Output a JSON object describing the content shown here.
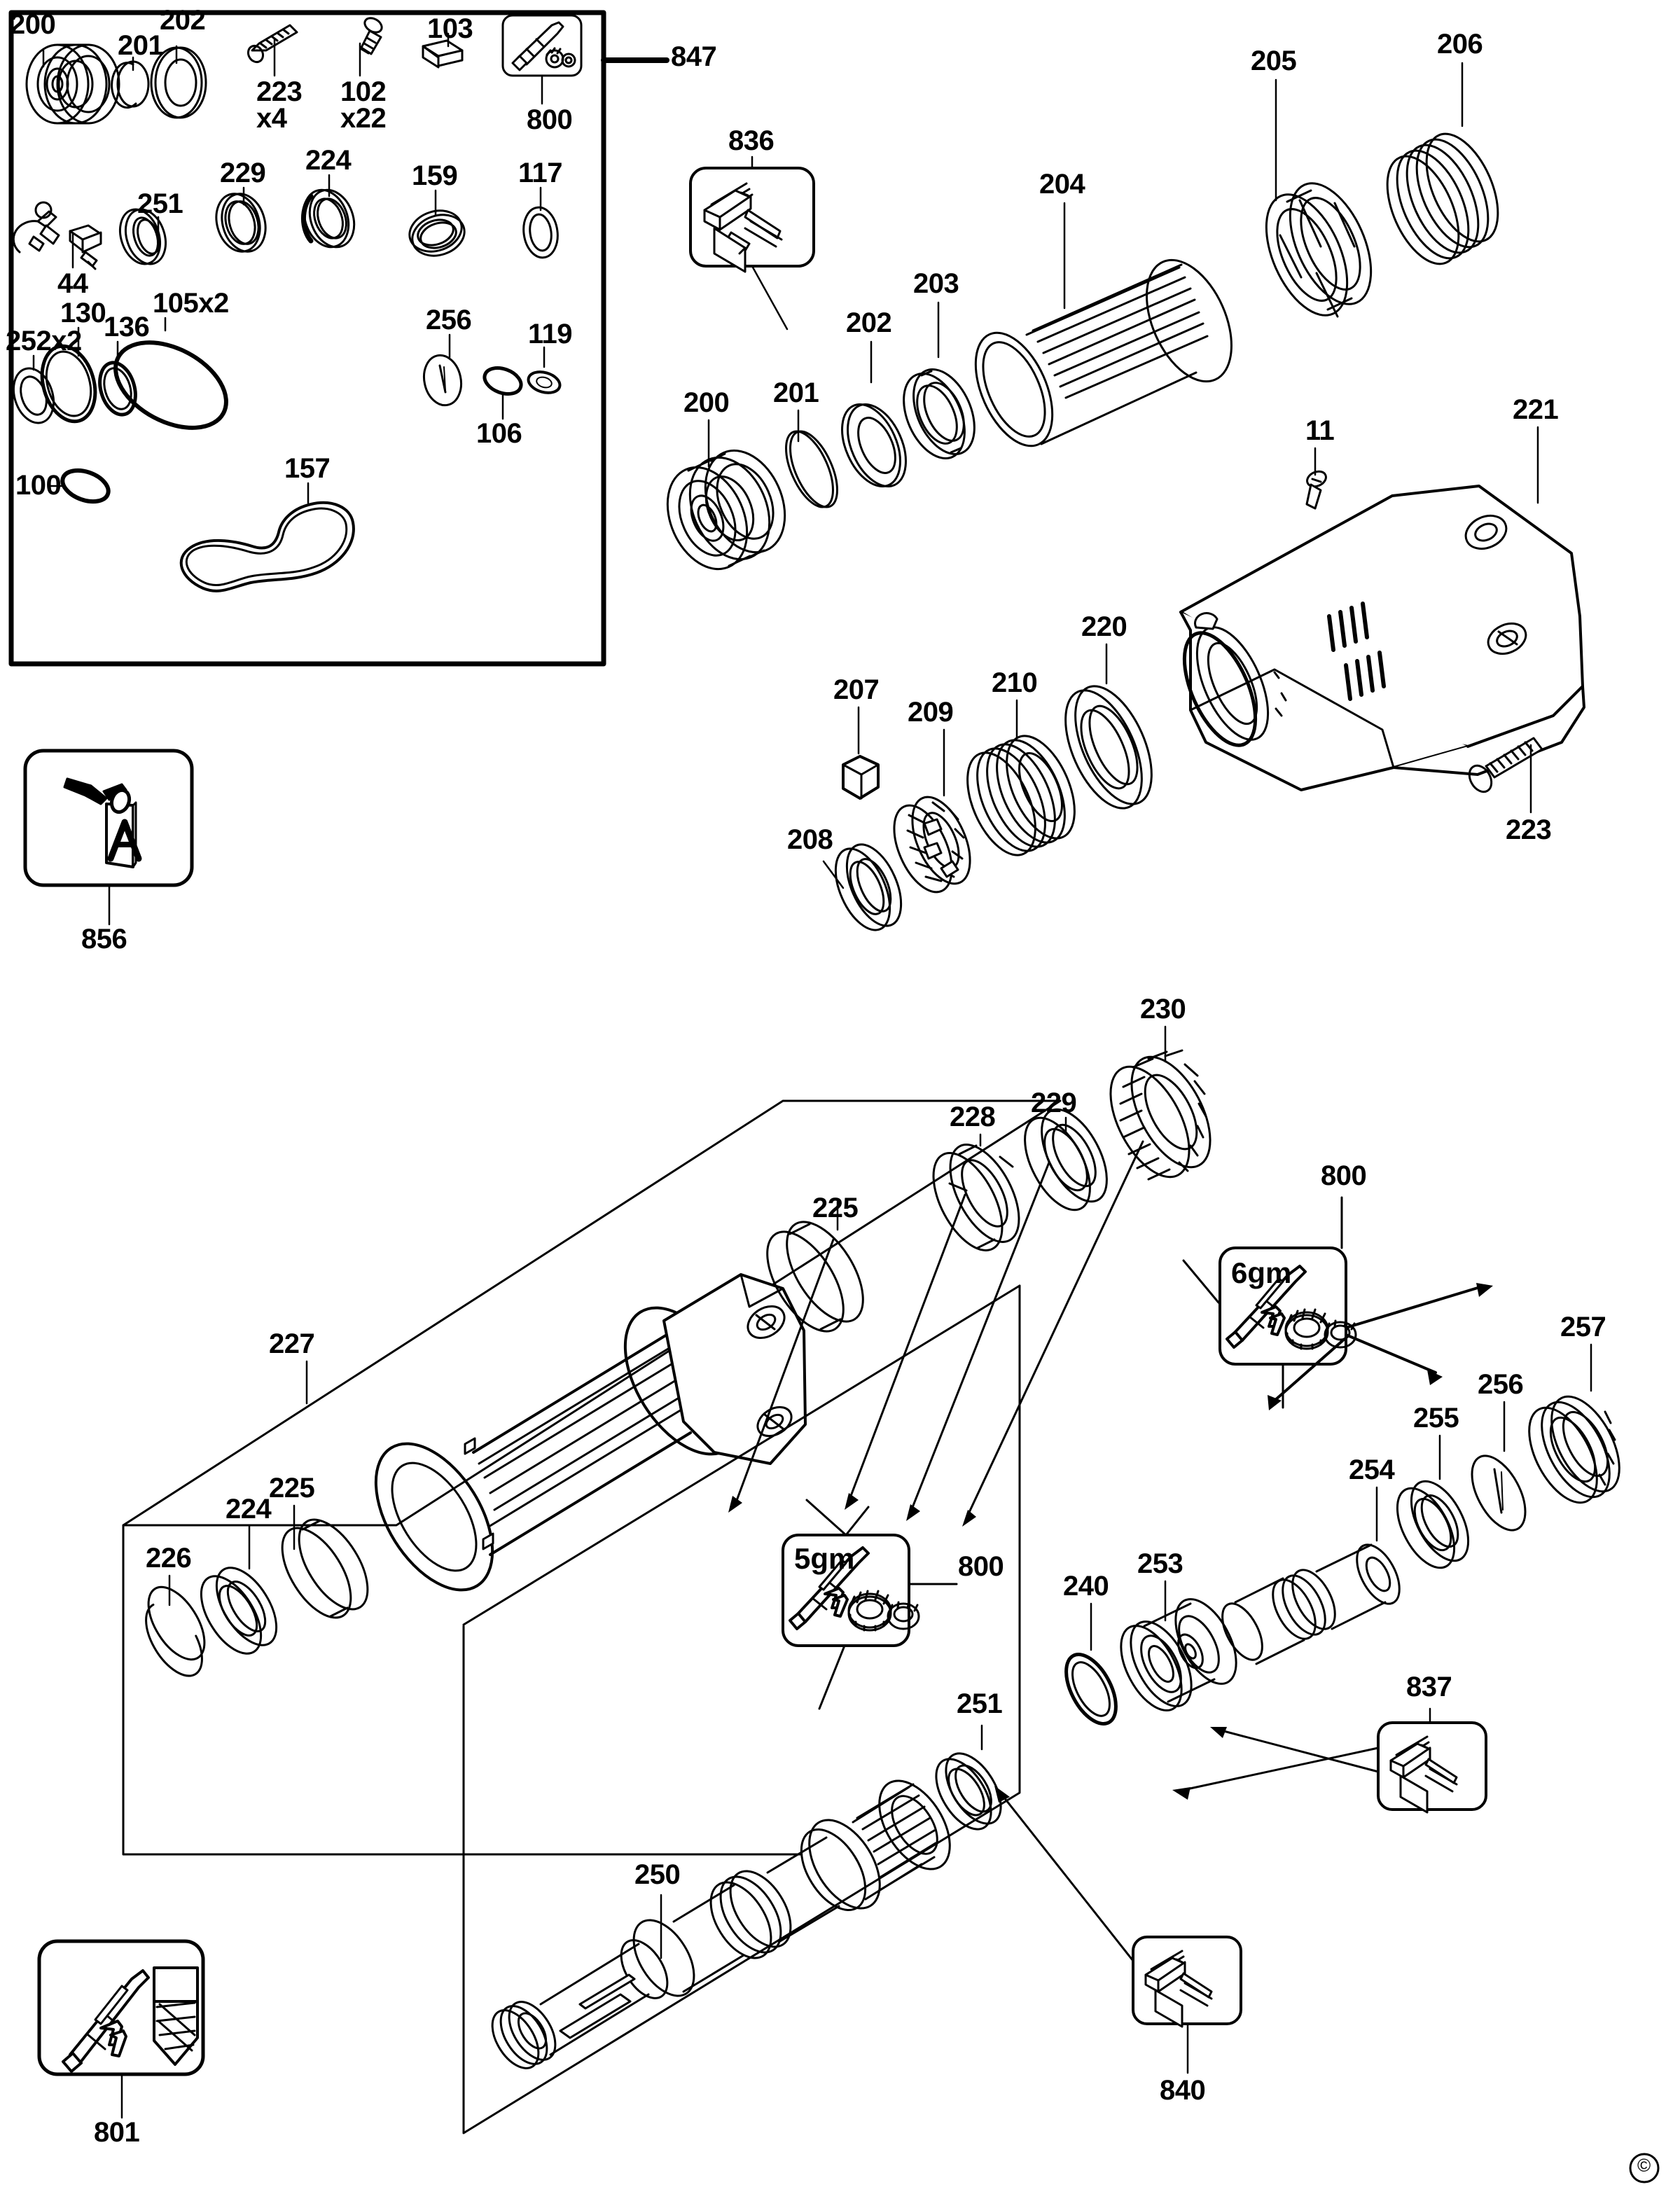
{
  "diagram": {
    "title": "Exploded parts diagram",
    "type": "exploded-assembly-drawing",
    "copyright_mark": "©",
    "stroke_color": "#000000",
    "background_color": "#ffffff"
  },
  "service_kit_box": {
    "name": "parts-kit-box",
    "callout": "847",
    "part_labels": [
      {
        "id": "l200",
        "text": "200"
      },
      {
        "id": "l201",
        "text": "201"
      },
      {
        "id": "l202",
        "text": "202"
      },
      {
        "id": "l223",
        "text": "223",
        "qty": "x4"
      },
      {
        "id": "l102",
        "text": "102",
        "qty": "x22"
      },
      {
        "id": "l103",
        "text": "103"
      },
      {
        "id": "l800a",
        "text": "800"
      },
      {
        "id": "l44",
        "text": "44"
      },
      {
        "id": "l251",
        "text": "251"
      },
      {
        "id": "l229",
        "text": "229"
      },
      {
        "id": "l224",
        "text": "224"
      },
      {
        "id": "l159",
        "text": "159"
      },
      {
        "id": "l117",
        "text": "117"
      },
      {
        "id": "l252",
        "text": "252x2"
      },
      {
        "id": "l130",
        "text": "130"
      },
      {
        "id": "l136",
        "text": "136"
      },
      {
        "id": "l105",
        "text": "105x2"
      },
      {
        "id": "l256a",
        "text": "256"
      },
      {
        "id": "l119",
        "text": "119"
      },
      {
        "id": "l106",
        "text": "106"
      },
      {
        "id": "l100",
        "text": "100"
      },
      {
        "id": "l157",
        "text": "157"
      }
    ],
    "grease_icon_label": "800"
  },
  "callouts": {
    "c847": "847",
    "c836": "836",
    "c856": "856",
    "c200": "200",
    "c201": "201",
    "c202": "202",
    "c203": "203",
    "c204": "204",
    "c205": "205",
    "c206": "206",
    "c11": "11",
    "c221": "221",
    "c223": "223",
    "c220": "220",
    "c210": "210",
    "c209": "209",
    "c208": "208",
    "c207": "207",
    "c230": "230",
    "c229": "229",
    "c228": "228",
    "c225a": "225",
    "c225b": "225",
    "c227": "227",
    "c226": "226",
    "c224": "224",
    "c800_5gm": "800",
    "c800_6gm": "800",
    "c257": "257",
    "c256": "256",
    "c255": "255",
    "c254": "254",
    "c253": "253",
    "c240": "240",
    "c837": "837",
    "c250": "250",
    "c251": "251",
    "c840": "840",
    "c801": "801"
  },
  "icon_boxes": [
    {
      "name": "grease-kit-box-847",
      "label": "800",
      "qty_text": ""
    },
    {
      "name": "contact-set-box-836",
      "label": "836",
      "qty_text": ""
    },
    {
      "name": "label-sticker-box-856",
      "label": "856",
      "qty_text": ""
    },
    {
      "name": "grease-box-5gm",
      "label": "800",
      "qty_text": "5gm"
    },
    {
      "name": "grease-box-6gm",
      "label": "800",
      "qty_text": "6gm"
    },
    {
      "name": "contact-set-box-837",
      "label": "837",
      "qty_text": ""
    },
    {
      "name": "contact-set-box-840",
      "label": "840",
      "qty_text": ""
    },
    {
      "name": "grease-drill-box-801",
      "label": "801",
      "qty_text": ""
    }
  ]
}
